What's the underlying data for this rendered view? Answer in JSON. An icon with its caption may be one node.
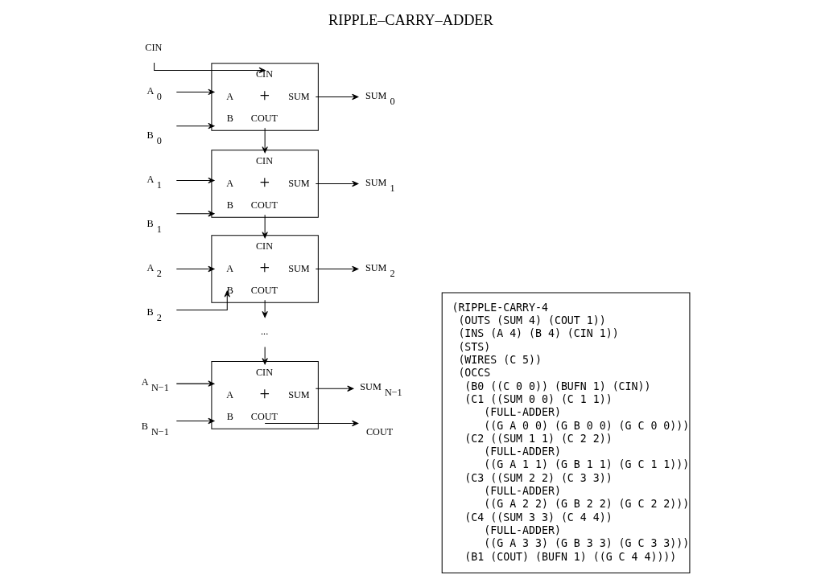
{
  "diagram": {
    "title": "RIPPLE–CARRY–ADDER",
    "nodes": [
      {
        "text": [
          "CIN"
        ]
      },
      {
        "text": [
          "A $_{0}$"
        ]
      },
      {
        "text": [
          "B $_{0}$"
        ]
      },
      {
        "text": [
          "CIN",
          "A",
          "+",
          "SUM",
          "B",
          "COUT"
        ]
      },
      {
        "text": [
          "SUM $_{0}$"
        ]
      },
      {
        "text": [
          "A $_{1}$"
        ]
      },
      {
        "text": [
          "B $_{1}$"
        ]
      },
      {
        "text": [
          "CIN",
          "A",
          "+",
          "SUM",
          "B",
          "COUT"
        ]
      },
      {
        "text": [
          "SUM $_{1}$"
        ]
      },
      {
        "text": [
          "A $_{2}$"
        ]
      },
      {
        "text": [
          "B $_{2}$"
        ]
      },
      {
        "text": [
          "CIN",
          "A",
          "+",
          "SUM",
          "B",
          "COUT"
        ]
      },
      {
        "text": [
          "SUM $_{2}$"
        ]
      },
      {
        "text": [
          "..."
        ]
      },
      {
        "text": [
          "A $_{N−1}$"
        ]
      },
      {
        "text": [
          "B $_{N−1}$"
        ]
      },
      {
        "text": [
          "CIN",
          "A",
          "+",
          "SUM",
          "B",
          "COUT"
        ]
      },
      {
        "text": [
          "SUM $_{N−1}$"
        ]
      },
      {
        "text": [
          "COUT"
        ]
      }
    ],
    "edges": [
      {
        "from": 0,
        "to": 3,
        "arrow": "to"
      },
      {
        "from": 1,
        "to": 3,
        "arrow": "to"
      },
      {
        "from": 2,
        "to": 3,
        "arrow": "to"
      },
      {
        "from": 3,
        "to": 4,
        "arrow": "to"
      },
      {
        "from": 3,
        "to": 7,
        "arrow": "to"
      },
      {
        "from": 5,
        "to": 7,
        "arrow": "to"
      },
      {
        "from": 6,
        "to": 7,
        "arrow": "to"
      },
      {
        "from": 7,
        "to": 8,
        "arrow": "to"
      },
      {
        "from": 7,
        "to": 11,
        "arrow": "to"
      },
      {
        "from": 9,
        "to": 11,
        "arrow": "to"
      },
      {
        "from": 10,
        "to": 11,
        "arrow": "to"
      },
      {
        "from": 11,
        "to": 12,
        "arrow": "to"
      },
      {
        "from": 11,
        "to": 13,
        "arrow": "to"
      },
      {
        "from": 13,
        "to": 16,
        "arrow": "to"
      },
      {
        "from": 14,
        "to": 16,
        "arrow": "to"
      },
      {
        "from": 15,
        "to": 16,
        "arrow": "to"
      },
      {
        "from": 16,
        "to": 17,
        "arrow": "to"
      },
      {
        "from": 16,
        "to": 18,
        "arrow": "to"
      }
    ],
    "labels": [
      "(RIPPLE-CARRY-4",
      "(OUTS (SUM 4) (COUT 1))",
      "(INS (A 4) (B 4) (CIN 1))",
      "(STS)",
      "(WIRES (C 5))",
      "(OCCS",
      "(B0 ((C 0 0)) (BUFN 1) (CIN))",
      "(C1 ((SUM 0 0) (C 1 1))",
      "(FULL-ADDER)",
      "((G A 0 0) (G B 0 0) (G C 0 0)))",
      "(C2 ((SUM 1 1) (C 2 2))",
      "(FULL-ADDER)",
      "((G A 1 1) (G B 1 1) (G C 1 1)))",
      "(C3 ((SUM 2 2) (C 3 3))",
      "(FULL-ADDER)",
      "((G A 2 2) (G B 2 2) (G C 2 2)))",
      "(C4 ((SUM 3 3) (C 4 4))",
      "(FULL-ADDER)",
      "((G A 3 3) (G B 3 3) (G C 3 3)))",
      "(B1 (COUT) (BUFN 1) ((G C 4 4))))"
    ]
  }
}
